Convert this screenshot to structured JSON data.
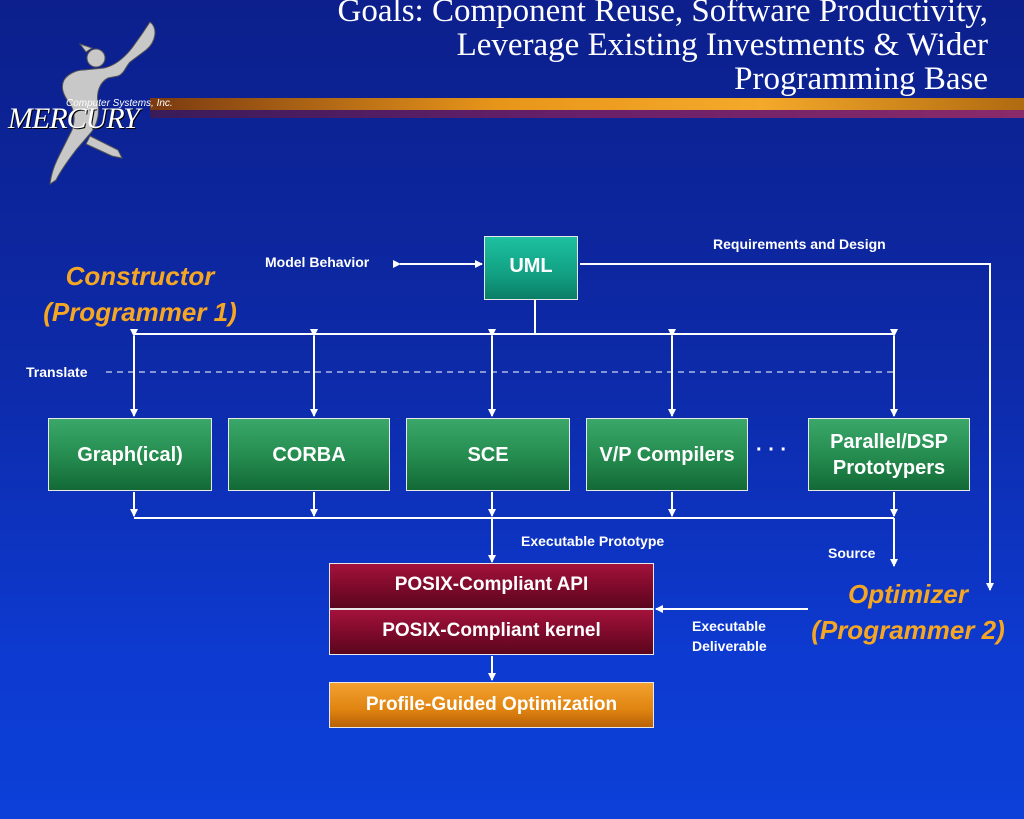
{
  "title": {
    "line1": "Goals: Component Reuse, Software Productivity,",
    "line2": "Leverage Existing Investments & Wider",
    "line3": "Programming Base"
  },
  "logo": {
    "company_line": "Computer Systems, Inc.",
    "wordmark": "MERCURY",
    "icon": "mercury-figure-icon"
  },
  "roles": {
    "constructor_line1": "Constructor",
    "constructor_line2": "(Programmer 1)",
    "optimizer_line1": "Optimizer",
    "optimizer_line2": "(Programmer 2)"
  },
  "nodes": {
    "uml": "UML",
    "graphical": "Graph(ical)",
    "corba": "CORBA",
    "sce": "SCE",
    "vp_compilers": "V/P Compilers",
    "parallel_line1": "Parallel/DSP",
    "parallel_line2": "Prototypers",
    "ellipsis": "· · ·",
    "posix_api": "POSIX-Compliant API",
    "posix_kernel": "POSIX-Compliant kernel",
    "pgo": "Profile-Guided Optimization"
  },
  "labels": {
    "model_behavior": "Model Behavior",
    "requirements": "Requirements and Design",
    "translate": "Translate",
    "executable_prototype": "Executable Prototype",
    "source": "Source",
    "executable_line1": "Executable",
    "executable_line2": "Deliverable"
  },
  "colors": {
    "role": "#f5a623",
    "green_box": "#248a4e",
    "teal_box": "#12a083",
    "maroon_box": "#7c0a2a",
    "orange_box": "#e08410"
  }
}
